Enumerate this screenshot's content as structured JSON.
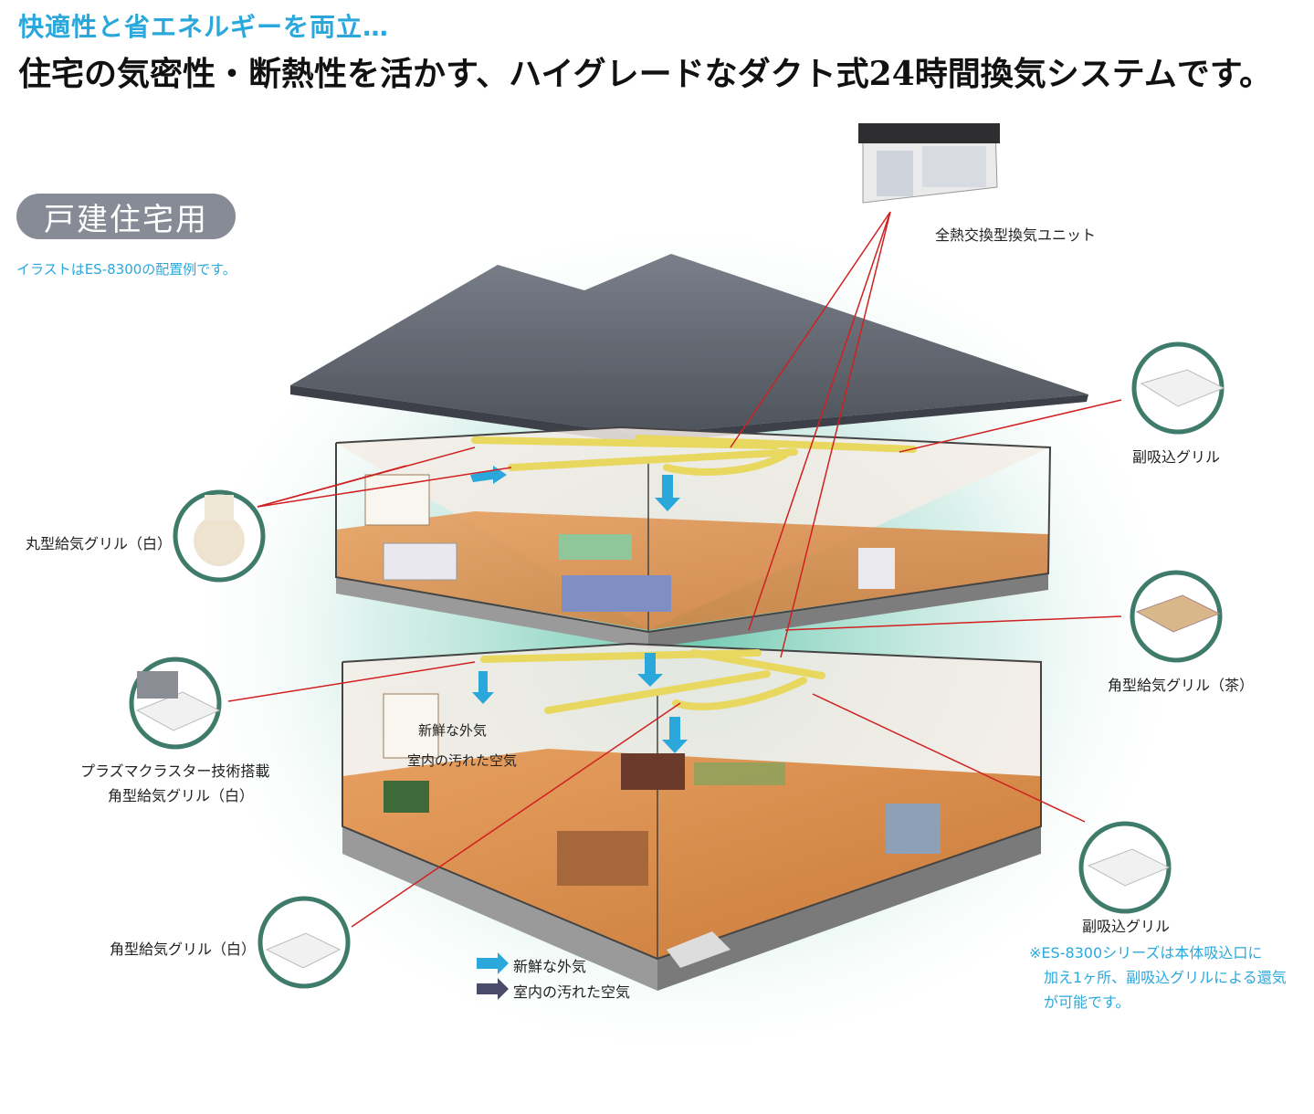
{
  "header": {
    "subtitle": "快適性と省エネルギーを両立…",
    "headline": "住宅の気密性・断熱性を活かす、ハイグレードなダクト式24時間換気システムです。"
  },
  "badge": "戸建住宅用",
  "note": "イラストはES-8300の配置例です。",
  "labels": {
    "unit": "全熱交換型換気ユニット",
    "sub_intake_upper": "副吸込グリル",
    "round_supply": "丸型給気グリル（白）",
    "square_brown": "角型給気グリル（茶）",
    "plasma_line1": "プラズマクラスター技術搭載",
    "plasma_line2": "角型給気グリル（白）",
    "sub_intake_lower": "副吸込グリル",
    "square_white": "角型給気グリル（白）",
    "inline_fresh": "新鮮な外気",
    "inline_dirty": "室内の汚れた空気"
  },
  "legend": {
    "fresh": "新鮮な外気",
    "dirty": "室内の汚れた空気",
    "fresh_color": "#2aa8dc",
    "dirty_color": "#4a4a6a"
  },
  "footnote": {
    "line1": "※ES-8300シリーズは本体吸込口に",
    "line2": "加え1ヶ所、副吸込グリルによる還気",
    "line3": "が可能です。"
  },
  "colors": {
    "accent": "#2aa8dc",
    "leader": "#d02020",
    "duct": "#f2e27a",
    "ring": "#3f7b6b"
  }
}
